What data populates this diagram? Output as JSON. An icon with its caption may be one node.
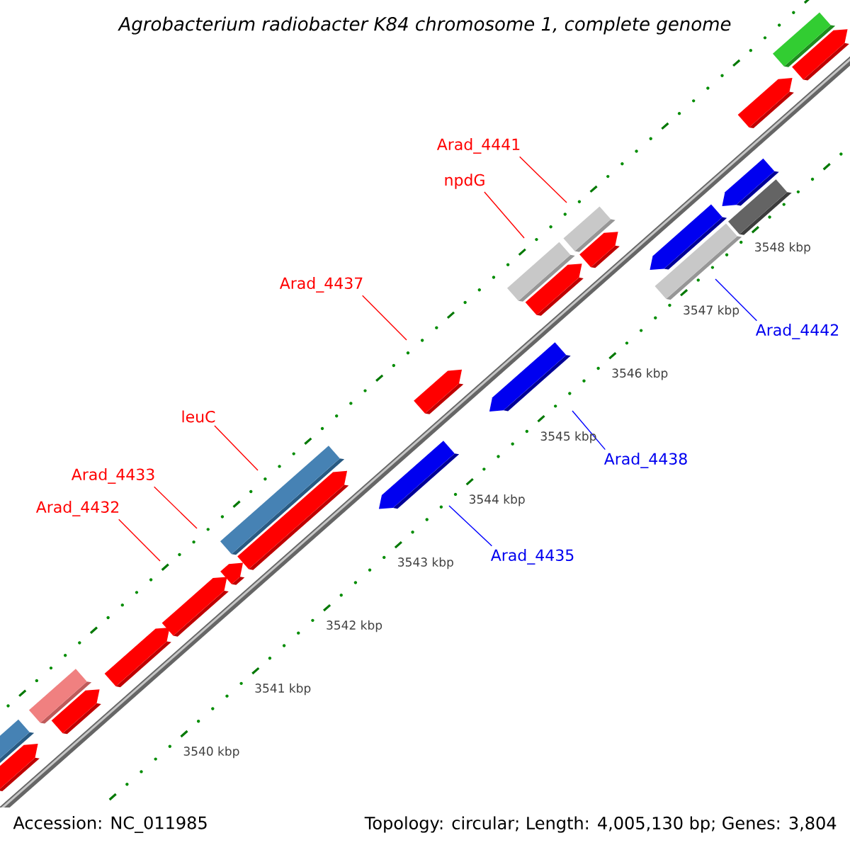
{
  "diagram": {
    "title": "Agrobacterium radiobacter K84 chromosome 1, complete genome",
    "nodes": [
      {
        "text": [
          "Arad_4441"
        ]
      },
      {
        "text": [
          "npdG"
        ]
      },
      {
        "text": [
          "Arad_4437"
        ]
      },
      {
        "text": [
          "leuC"
        ]
      },
      {
        "text": [
          "Arad_4433"
        ]
      },
      {
        "text": [
          "Arad_4432"
        ]
      },
      {
        "text": [
          "Arad_4442"
        ]
      },
      {
        "text": [
          "Arad_4438"
        ]
      },
      {
        "text": [
          "Arad_4435"
        ]
      }
    ],
    "edges": [
      {
        "from": 0,
        "to": null,
        "arrow": "none"
      },
      {
        "from": 1,
        "to": null,
        "arrow": "none"
      },
      {
        "from": 2,
        "to": null,
        "arrow": "none"
      },
      {
        "from": 3,
        "to": null,
        "arrow": "none"
      },
      {
        "from": 4,
        "to": null,
        "arrow": "none"
      },
      {
        "from": 5,
        "to": null,
        "arrow": "none"
      },
      {
        "from": 6,
        "to": null,
        "arrow": "none",
        "color": "#0000ff"
      },
      {
        "from": 7,
        "to": null,
        "arrow": "none",
        "color": "#0000ff"
      },
      {
        "from": 8,
        "to": null,
        "arrow": "none",
        "color": "#0000ff"
      }
    ],
    "labels": [
      "3548 kbp",
      "3547 kbp",
      "3546 kbp",
      "3545 kbp",
      "3544 kbp",
      "3543 kbp",
      "3542 kbp",
      "3541 kbp",
      "3540 kbp",
      "Accession: NC_011985",
      "Topology: circular; Length: 4,005,130 bp; Genes: 3,804"
    ]
  }
}
